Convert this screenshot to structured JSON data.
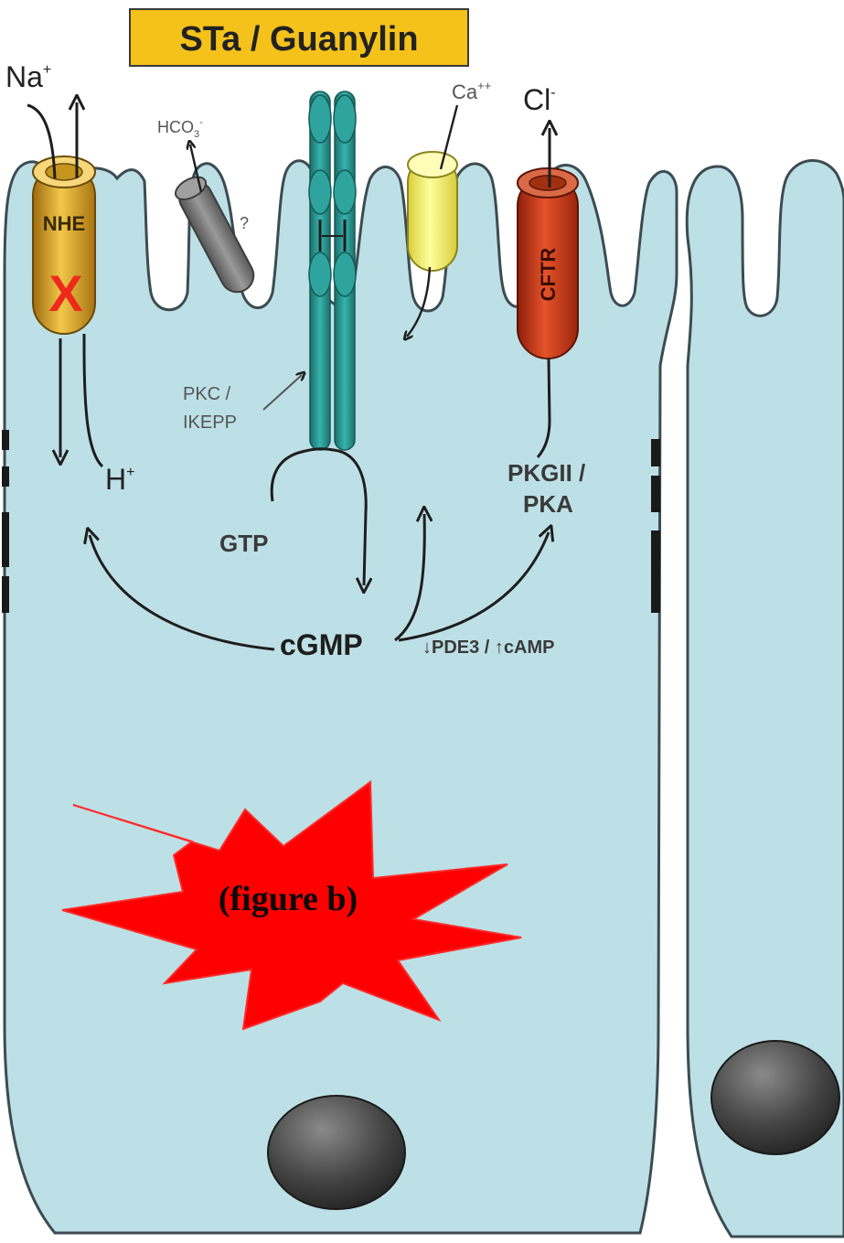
{
  "title": "STa / Guanylin",
  "labels": {
    "na": "Na",
    "na_sup": "+",
    "hco3": "HCO",
    "hco3_sub": "3",
    "hco3_sup": "-",
    "question": "?",
    "ca": "Ca",
    "ca_sup": "++",
    "cl": "Cl",
    "cl_sup": "-",
    "nhe": "NHE",
    "x_mark": "X",
    "cftr": "CFTR",
    "h": "H",
    "h_sup": "+",
    "pkc_line1": "PKC /",
    "pkc_line2": "IKEPP",
    "gtp": "GTP",
    "pkgii_line1": "PKGII /",
    "pkgii_line2": "PKA",
    "cgmp": "cGMP",
    "pde_label": "↓PDE3 / ↑cAMP",
    "starburst_text": "(figure b)"
  },
  "colors": {
    "cell_fill": "#bde0e6",
    "cell_stroke": "#3c4c52",
    "title_box": "#f5c21b",
    "receptor": "#2a9b96",
    "nhe_channel": "#d7a11c",
    "cftr_channel": "#cc3a1a",
    "ca_channel": "#f7f27a",
    "hco3_channel": "#7d7d7d",
    "starburst": "#ff0000",
    "nucleus": "#4a4a4a"
  }
}
